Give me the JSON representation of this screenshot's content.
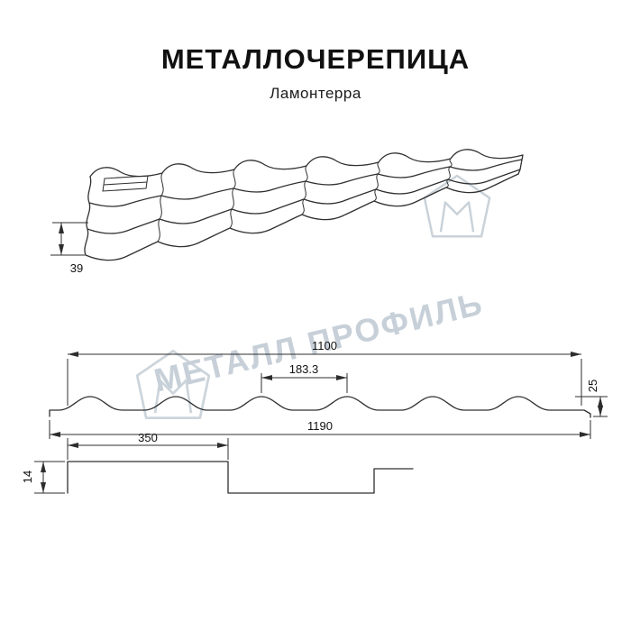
{
  "header": {
    "title": "МЕТАЛЛОЧЕРЕПИЦА",
    "subtitle": "Ламонтерра"
  },
  "watermark": {
    "text": "МЕТАЛЛ ПРОФИЛЬ",
    "color": "#c7d0d8"
  },
  "drawings": {
    "perspective": {
      "edge_height": "39"
    },
    "cross_section": {
      "cover_width": "1100",
      "wave_pitch": "183.3",
      "profile_height": "25",
      "overall_width": "1190"
    },
    "longitudinal": {
      "module_length": "350",
      "step_height": "14"
    }
  },
  "colors": {
    "line": "#303030",
    "background": "#ffffff"
  }
}
